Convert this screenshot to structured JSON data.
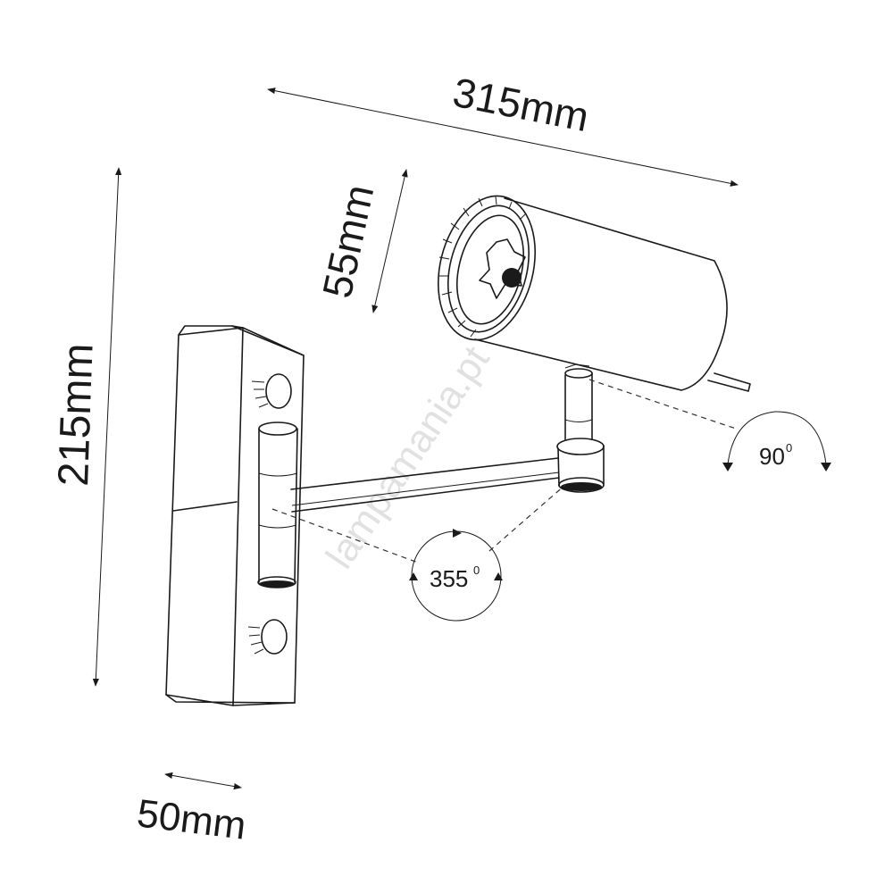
{
  "dimensions": {
    "width_label": "315mm",
    "height_label": "215mm",
    "diameter_label": "55mm",
    "depth_label": "50mm"
  },
  "rotations": {
    "arm_rotation_value": "355",
    "arm_rotation_unit": "0",
    "head_tilt_value": "90",
    "head_tilt_unit": "0"
  },
  "watermark": "lampamania.pt"
}
